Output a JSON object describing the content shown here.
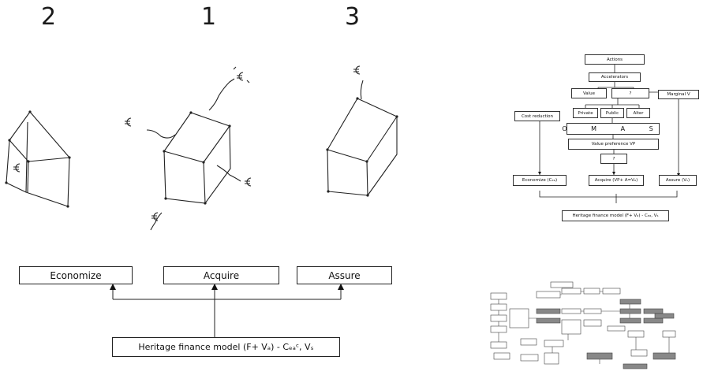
{
  "sketch_numbers": [
    "2",
    "1",
    "3"
  ],
  "left_diagram": {
    "economize": "Economize",
    "acquire": "Acquire",
    "assure": "Assure",
    "model": "Heritage finance model (F+ Vₐ) - Cₑₐᶜ, Vₛ"
  },
  "right_flowchart": {
    "actions": "Actions",
    "accelerators": "Accelerators",
    "value": "Value",
    "question1": "?",
    "marginal": "Marginal V",
    "cost_reduction": "Cost reduction",
    "private": "Private",
    "public": "Public",
    "alter": "Alter",
    "omas": "O M A S",
    "value_pref": "Value preference VP",
    "question2": "?",
    "economize": "Economize (Cₑₐ)",
    "acquire": "Acquire (VP+ A=Vₐ)",
    "assure": "Assure (Vₛ)",
    "model": "Heritage finance model (F+ Vₐ) - Cₑₐ, Vₛ"
  },
  "colors": {
    "line": "#222222",
    "thumb_fill": "#888888"
  }
}
